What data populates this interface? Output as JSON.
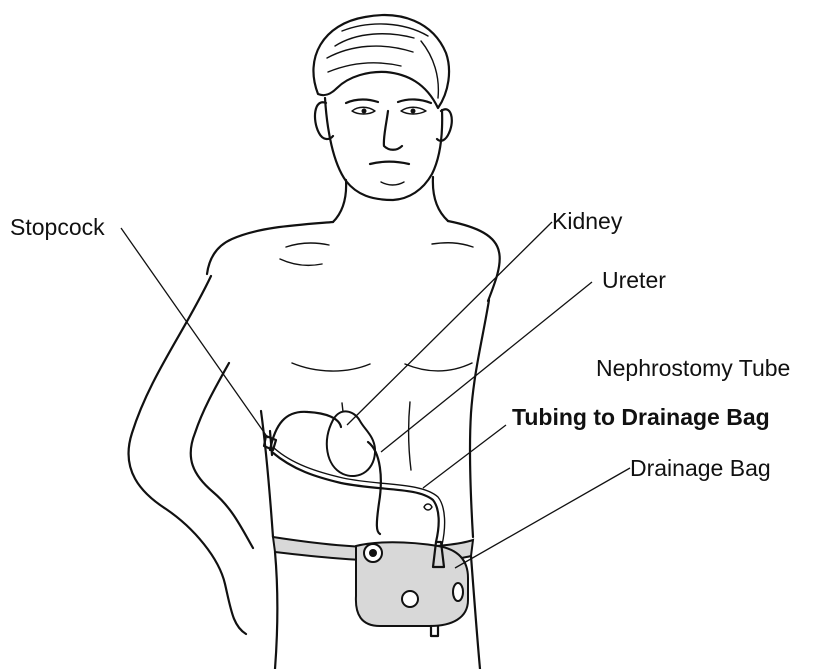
{
  "labels": {
    "stopcock": "Stopcock",
    "kidney": "Kidney",
    "ureter": "Ureter",
    "nephrostomy_tube": "Nephrostomy Tube",
    "tubing_to_drainage_bag": "Tubing to Drainage Bag",
    "drainage_bag": "Drainage Bag"
  }
}
